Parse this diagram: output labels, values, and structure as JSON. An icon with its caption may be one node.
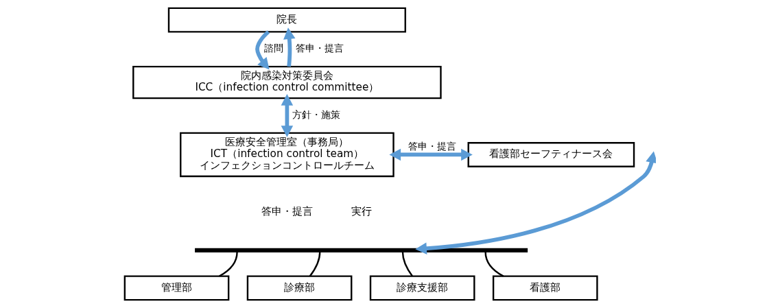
{
  "diagram": {
    "nodes": [
      {
        "text": [
          "院長"
        ]
      },
      {
        "text": [
          "院内感染対策委員会",
          "ICC（infection control committee）"
        ]
      },
      {
        "text": [
          "医療安全管理室（事務局）",
          "ICT（infection control team）",
          "インフェクションコントロールチーム"
        ]
      },
      {
        "text": [
          "看護部セーフティナース会"
        ]
      },
      {
        "text": [],
        "shape": "bar"
      },
      {
        "text": [
          "管理部"
        ]
      },
      {
        "text": [
          "診療部"
        ]
      },
      {
        "text": [
          "診療支援部"
        ]
      },
      {
        "text": [
          "看護部"
        ]
      }
    ],
    "edges": [
      {
        "from": 1,
        "to": 0,
        "arrow": "to",
        "label": "答申・提言"
      },
      {
        "from": 0,
        "to": 1,
        "arrow": "to",
        "label": "諮問"
      },
      {
        "from": 1,
        "to": 2,
        "arrow": "both",
        "label": "方針・施策"
      },
      {
        "from": 2,
        "to": 3,
        "arrow": "both",
        "label": "答申・提言"
      },
      {
        "from": null,
        "to": 4,
        "arrow": "both"
      },
      {
        "from": 4,
        "to": 5,
        "arrow": "none",
        "color": "#000000"
      },
      {
        "from": 4,
        "to": 6,
        "arrow": "none",
        "color": "#000000"
      },
      {
        "from": 4,
        "to": 7,
        "arrow": "none",
        "color": "#000000"
      },
      {
        "from": 4,
        "to": 8,
        "arrow": "none",
        "color": "#000000"
      }
    ],
    "labels": [
      "答申・提言",
      "実行"
    ]
  }
}
